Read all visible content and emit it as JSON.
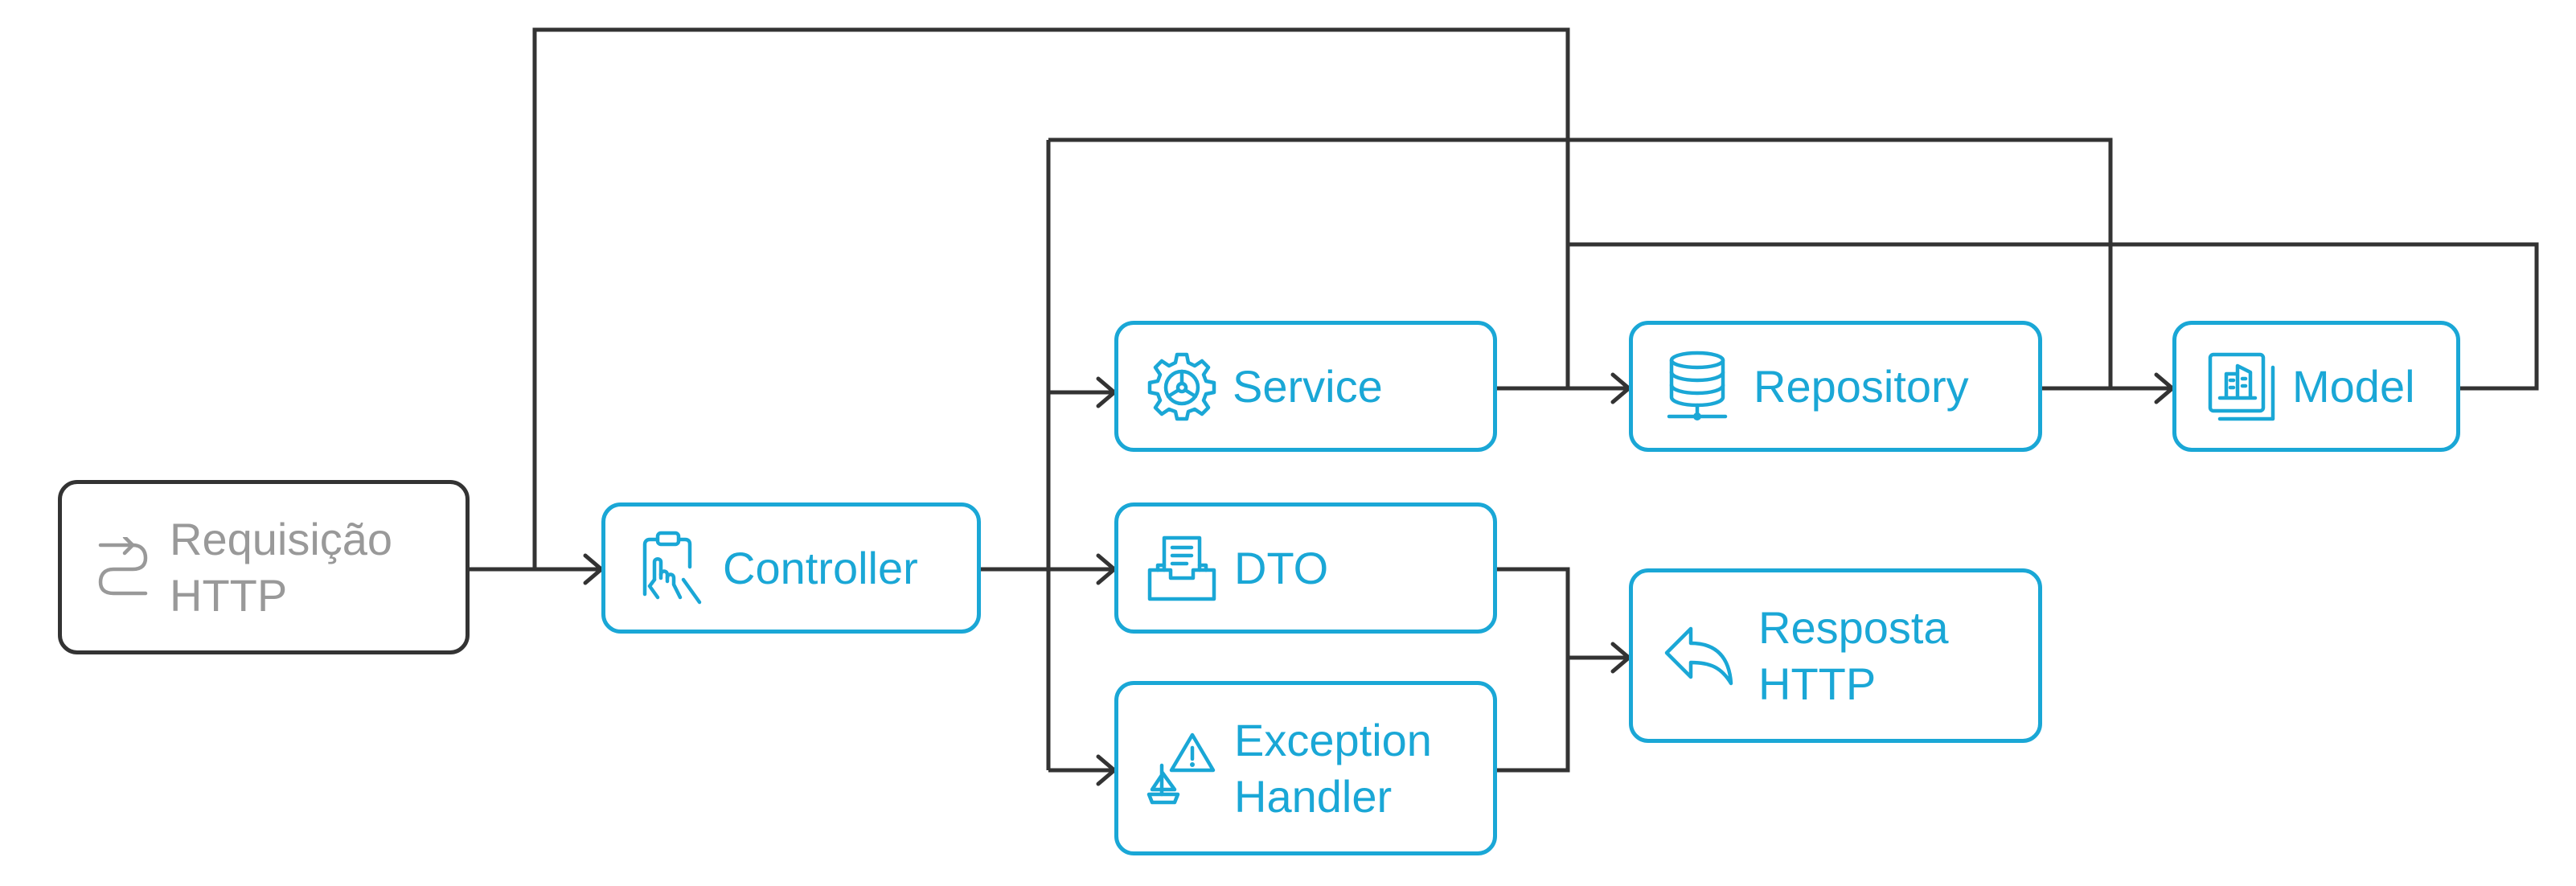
{
  "colors": {
    "accent": "#1aa7d6",
    "source_border": "#333333",
    "source_text": "#999999",
    "connector": "#333333"
  },
  "nodes": {
    "request": {
      "lines": [
        "Requisição",
        "HTTP"
      ],
      "icon": "route-icon"
    },
    "controller": {
      "lines": [
        "Controller"
      ],
      "icon": "clipboard-hand-icon"
    },
    "service": {
      "lines": [
        "Service"
      ],
      "icon": "gear-steering-icon"
    },
    "repository": {
      "lines": [
        "Repository"
      ],
      "icon": "database-icon"
    },
    "model": {
      "lines": [
        "Model"
      ],
      "icon": "document-building-icon"
    },
    "dto": {
      "lines": [
        "DTO"
      ],
      "icon": "inbox-document-icon"
    },
    "exception": {
      "lines": [
        "Exception",
        "Handler"
      ],
      "icon": "warning-boat-icon"
    },
    "response": {
      "lines": [
        "Resposta",
        "HTTP"
      ],
      "icon": "reply-arrow-icon"
    }
  },
  "edges": [
    {
      "from": "request",
      "to": "controller"
    },
    {
      "from": "controller",
      "to": "service"
    },
    {
      "from": "controller",
      "to": "dto"
    },
    {
      "from": "controller",
      "to": "exception"
    },
    {
      "from": "service",
      "to": "repository"
    },
    {
      "from": "repository",
      "to": "model"
    },
    {
      "from": "dto",
      "to": "response"
    },
    {
      "from": "exception",
      "to": "response"
    }
  ]
}
